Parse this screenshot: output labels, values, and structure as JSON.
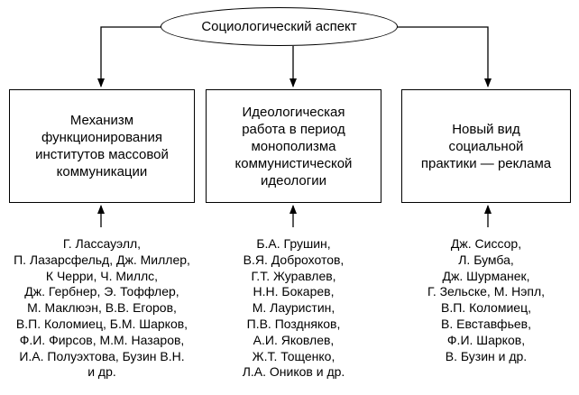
{
  "root": {
    "label": "Социологический аспект"
  },
  "branches": [
    {
      "label": "Механизм\nфункционирования\nинститутов массовой\nкоммуникации",
      "names": [
        "Г. Лассауэлл,",
        "П. Лазарсфельд, Дж. Миллер,",
        "К Черри, Ч. Миллс,",
        "Дж. Гербнер, Э. Тоффлер,",
        "М. Маклюэн, В.В. Егоров,",
        "В.П. Коломиец, Б.М. Шарков,",
        "Ф.И. Фирсов, М.М. Назаров,",
        "И.А. Полуэхтова, Бузин В.Н.",
        "и др."
      ]
    },
    {
      "label": "Идеологическая\nработа в период\nмонополизма\nкоммунистической\nидеологии",
      "names": [
        "Б.А. Грушин,",
        "В.Я. Доброхотов,",
        "Г.Т. Журавлев,",
        "Н.Н. Бокарев,",
        "М. Лауристин,",
        "П.В. Поздняков,",
        "А.И. Яковлев,",
        "Ж.Т. Тощенко,",
        "Л.А. Оников и др."
      ]
    },
    {
      "label": "Новый вид\nсоциальной\nпрактики — реклама",
      "names": [
        "Дж. Сиссор,",
        "Л. Бумба,",
        "Дж. Шурманек,",
        "Г. Зельске, М. Нэпл,",
        "В.П. Коломиец,",
        "В. Евставфьев,",
        "Ф.И. Шарков,",
        "В. Бузин и др."
      ]
    }
  ]
}
